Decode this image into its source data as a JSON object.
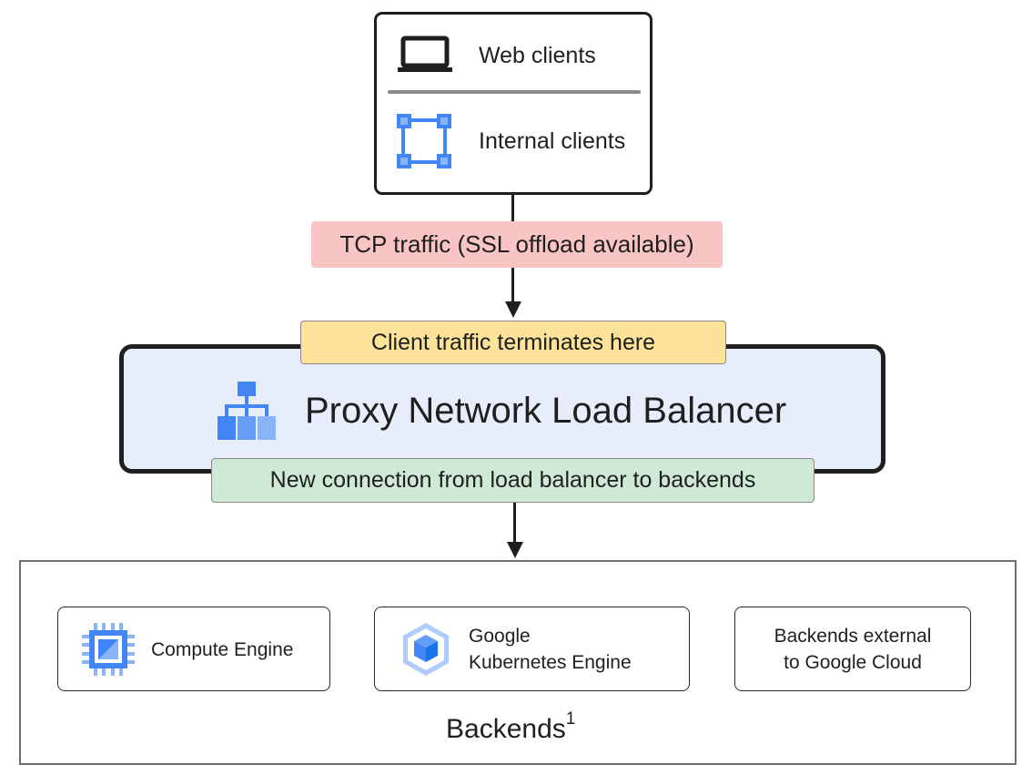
{
  "clients": {
    "web_label": "Web clients",
    "internal_label": "Internal clients",
    "web_icon": "laptop-icon",
    "internal_icon": "internal-clients-icon"
  },
  "traffic_tag": "TCP traffic (SSL offload available)",
  "load_balancer": {
    "title": "Proxy Network Load Balancer",
    "icon": "load-balancer-icon",
    "terminates_tag": "Client traffic terminates here",
    "new_connection_tag": "New connection from load balancer to backends"
  },
  "backends": {
    "label": "Backends",
    "footnote_marker": "1",
    "items": [
      {
        "line1": "Compute Engine",
        "line2": "",
        "icon": "compute-engine-icon"
      },
      {
        "line1": "Google",
        "line2": "Kubernetes Engine",
        "icon": "kubernetes-engine-icon"
      },
      {
        "line1": "Backends external",
        "line2": "to Google Cloud",
        "icon": ""
      }
    ]
  },
  "colors": {
    "tcp_tag": "#f8c4c4",
    "terminates_tag": "#fde39a",
    "new_connection_tag": "#ceead6",
    "load_balancer_fill": "#e8edfc",
    "icon_blue": "#4285f4"
  }
}
